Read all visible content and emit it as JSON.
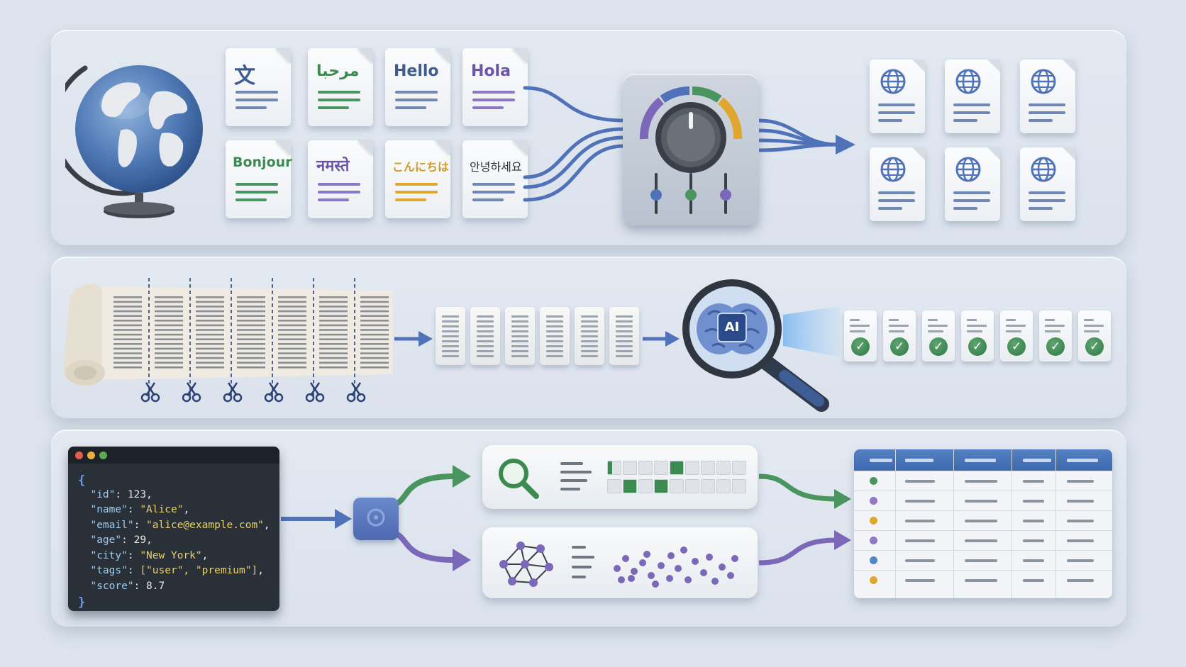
{
  "languages": [
    {
      "word": "文",
      "color": "#3f5c90"
    },
    {
      "word": "مرحبا",
      "color": "#3f8a52"
    },
    {
      "word": "Hello",
      "color": "#3f5c90"
    },
    {
      "word": "Hola",
      "color": "#6a55a6"
    },
    {
      "word": "Bonjour",
      "color": "#3f8a52"
    },
    {
      "word": "नमस्ते",
      "color": "#6a55a6"
    },
    {
      "word": "こんにちは",
      "color": "#d39a2a"
    },
    {
      "word": "안녕하세요",
      "color": "#2b2f36"
    }
  ],
  "ai_badge": "AI",
  "json_lines": [
    {
      "key": "",
      "value": "{",
      "suffix": ""
    },
    {
      "key": "\"id\"",
      "value": "123",
      "suffix": ","
    },
    {
      "key": "\"name\"",
      "value": "\"Alice\"",
      "suffix": ","
    },
    {
      "key": "\"email\"",
      "value": "\"alice@example.com\"",
      "suffix": ","
    },
    {
      "key": "\"age\"",
      "value": "29",
      "suffix": ","
    },
    {
      "key": "\"city\"",
      "value": "\"New York\"",
      "suffix": ","
    },
    {
      "key": "\"tags\"",
      "value": "[\"user\", \"premium\"]",
      "suffix": ","
    },
    {
      "key": "\"score\"",
      "value": "8.7",
      "suffix": ""
    },
    {
      "key": "",
      "value": "}",
      "suffix": ""
    }
  ],
  "colors": {
    "blue": "#4f72b8",
    "green": "#4a9460",
    "purple": "#7c68b8",
    "yellow": "#e0a730",
    "check_green": "#3b8a50",
    "json_key": "#9ecbf0",
    "json_string": "#e7cf6a"
  },
  "icons": [
    "globe-icon",
    "knob-icon",
    "scissors-icon",
    "magnifier-icon",
    "brain-icon",
    "check-icon",
    "search-icon",
    "graph-icon",
    "router-icon"
  ],
  "table_row_dots": [
    "#4a9460",
    "#8f78c4",
    "#e0a730",
    "#8f78c4",
    "#4f86c6",
    "#e0a730"
  ]
}
